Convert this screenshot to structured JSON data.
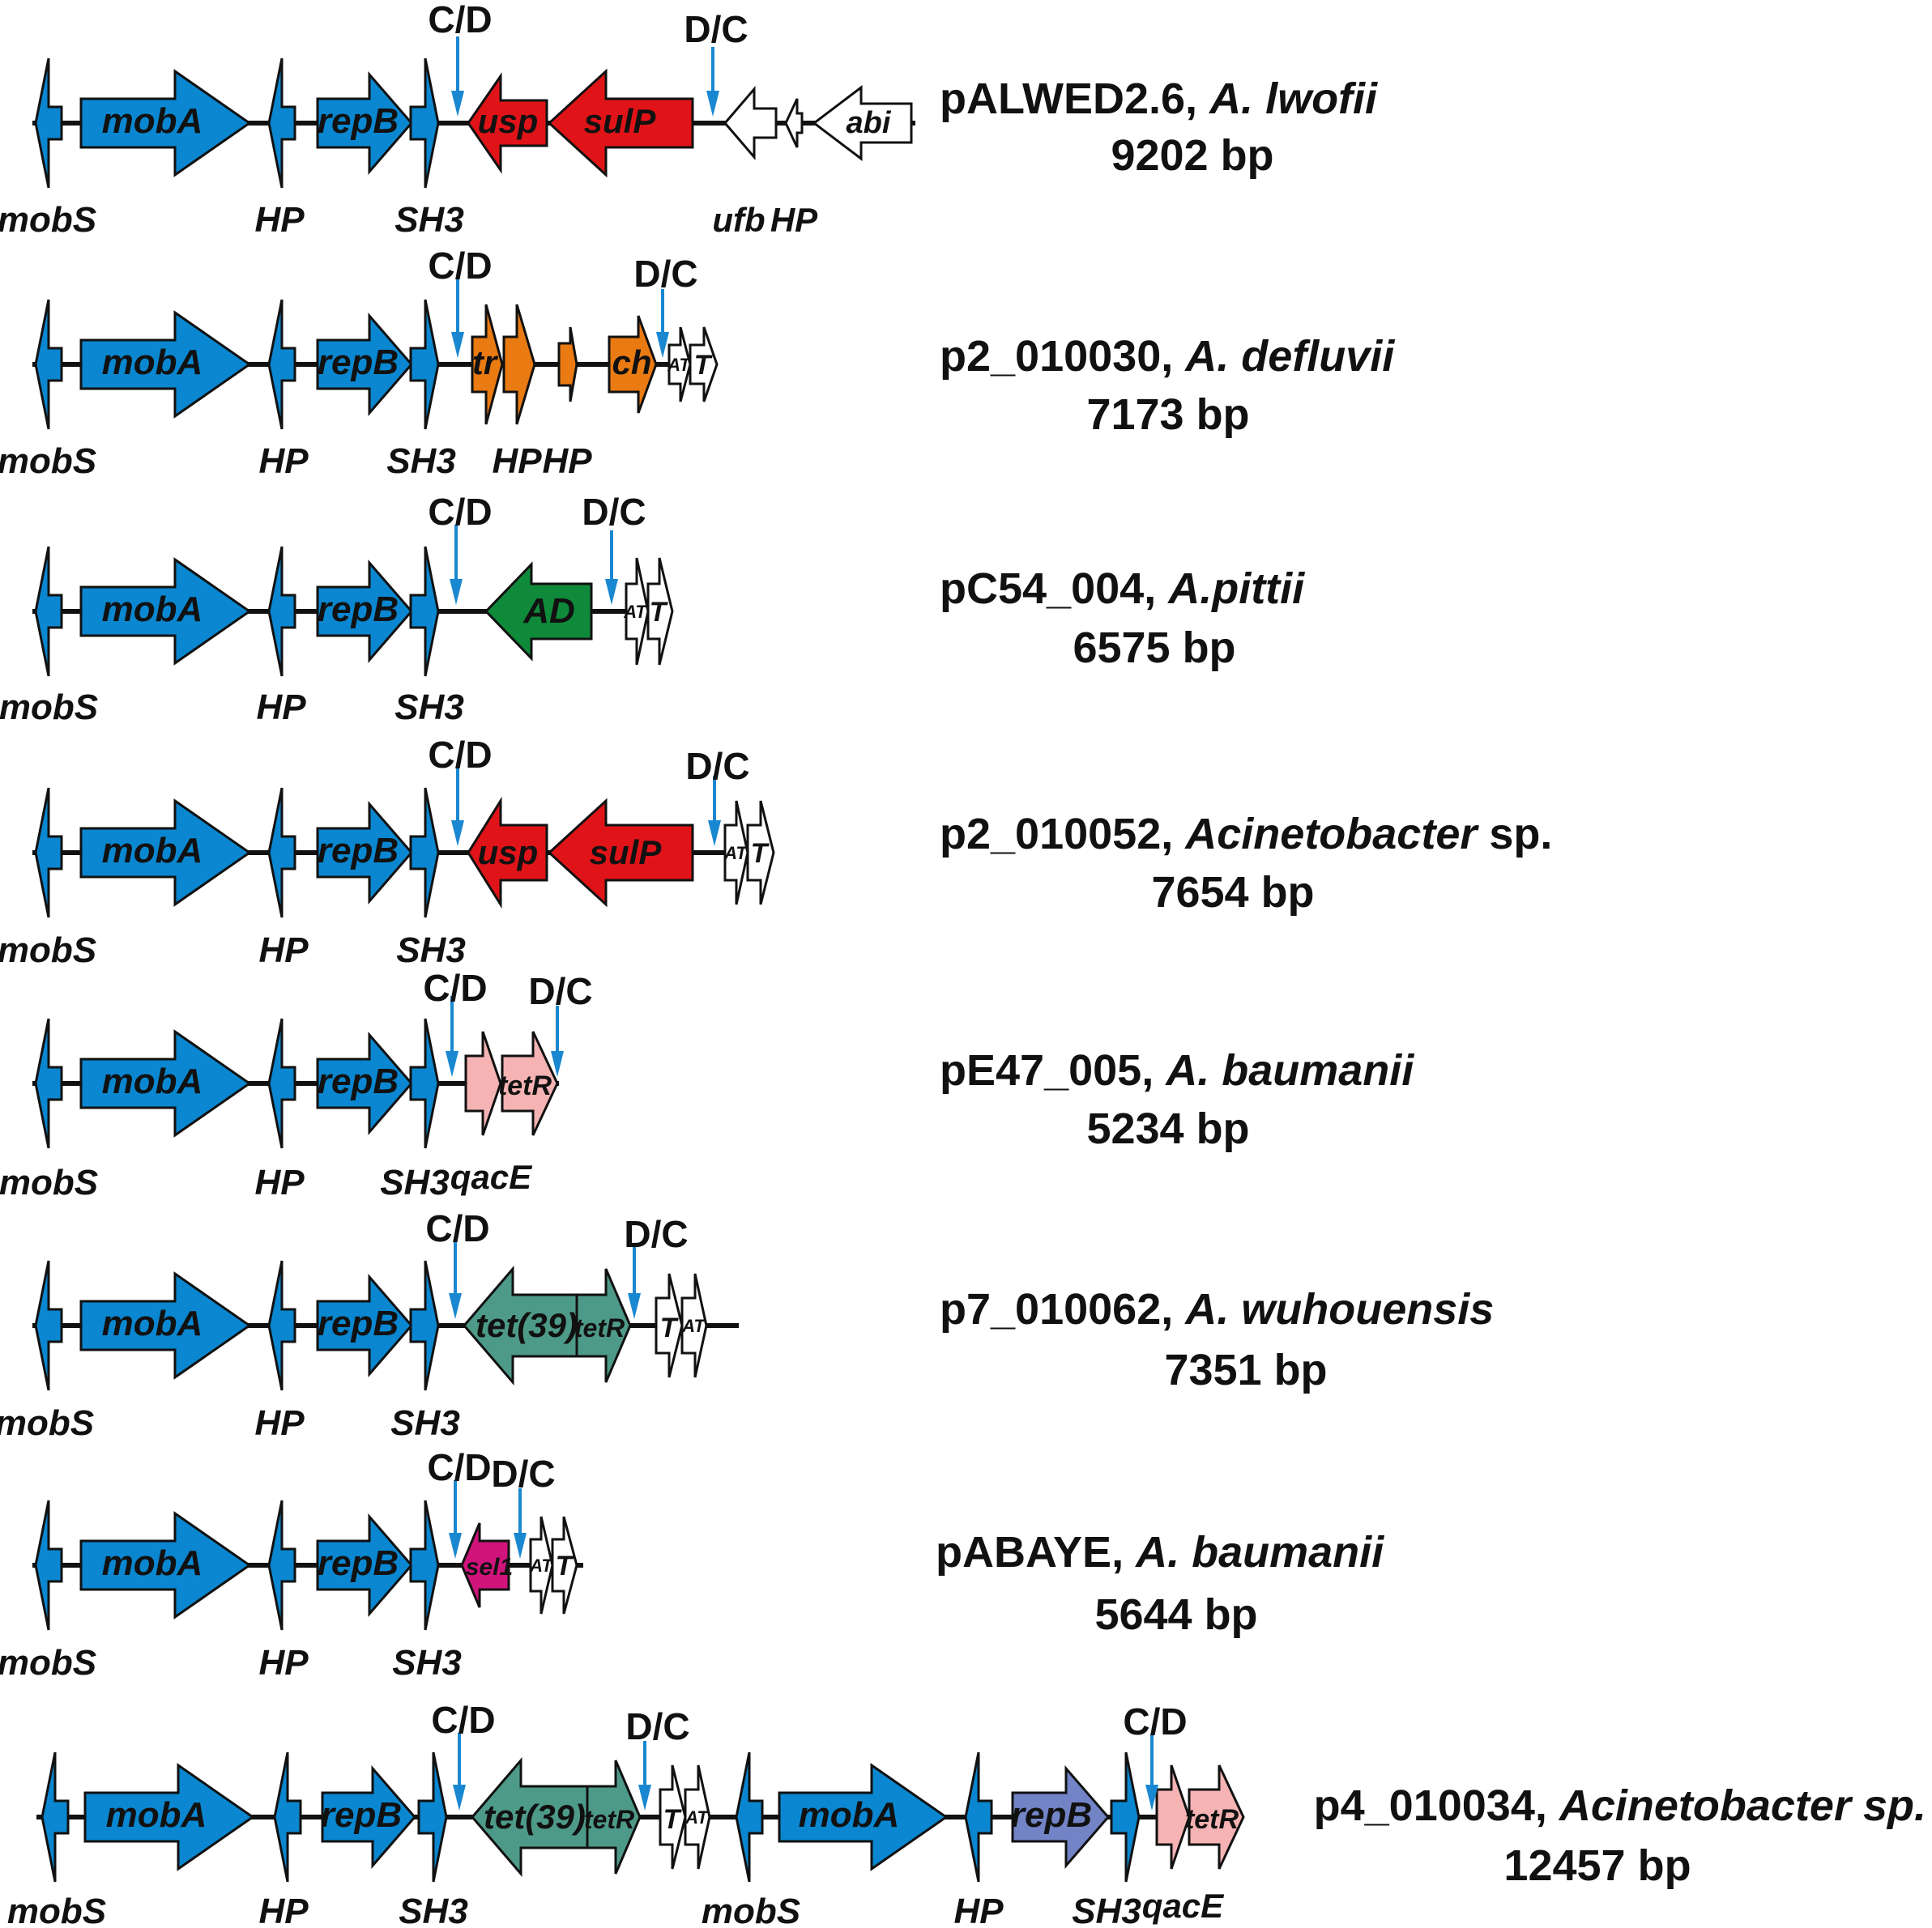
{
  "colors": {
    "mob": "#0a87d0",
    "repb_alt": "#7284c6",
    "sul": "#e01418",
    "tr": "#ea7a12",
    "ad": "#0f8a3a",
    "tet": "#4e9a88",
    "qac": "#f5b3b3",
    "sel": "#d0147c",
    "white": "#ffffff",
    "arrow": "#1a88d0"
  },
  "plasmids": [
    {
      "name": "pALWED2.6",
      "species": "A. lwofii",
      "species_italic": true,
      "suffix": "",
      "size": "9202 bp",
      "above_labels": [
        "C/D",
        "D/C"
      ],
      "below_labels": [
        "mobS",
        "HP",
        "SH3",
        "ufb",
        "HP"
      ],
      "gene_labels": [
        "mobA",
        "repB",
        "usp",
        "sulP",
        "abi"
      ]
    },
    {
      "name": "p2_010030",
      "species": "A. defluvii",
      "species_italic": true,
      "suffix": "",
      "size": "7173 bp",
      "above_labels": [
        "C/D",
        "D/C"
      ],
      "below_labels": [
        "mobS",
        "HP",
        "SH3",
        "HP",
        "HP"
      ],
      "gene_labels": [
        "mobA",
        "repB",
        "tr",
        "ch",
        "AT",
        "T"
      ]
    },
    {
      "name": "pC54_004",
      "species": "A.pittii",
      "species_italic": true,
      "suffix": "",
      "size": "6575 bp",
      "above_labels": [
        "C/D",
        "D/C"
      ],
      "below_labels": [
        "mobS",
        "HP",
        "SH3"
      ],
      "gene_labels": [
        "mobA",
        "repB",
        "AD",
        "AT",
        "T"
      ]
    },
    {
      "name": "p2_010052",
      "species": "Acinetobacter",
      "species_italic": true,
      "suffix": "sp.",
      "size": "7654 bp",
      "above_labels": [
        "C/D",
        "D/C"
      ],
      "below_labels": [
        "mobS",
        "HP",
        "SH3"
      ],
      "gene_labels": [
        "mobA",
        "repB",
        "usp",
        "sulP",
        "AT",
        "T"
      ]
    },
    {
      "name": "pE47_005",
      "species": "A. baumanii",
      "species_italic": true,
      "suffix": "",
      "size": "5234 bp",
      "above_labels": [
        "C/D",
        "D/C"
      ],
      "below_labels": [
        "mobS",
        "HP",
        "SH3",
        "qacE"
      ],
      "gene_labels": [
        "mobA",
        "repB",
        "tetR"
      ]
    },
    {
      "name": "p7_010062",
      "species": "A. wuhouensis",
      "species_italic": true,
      "suffix": "",
      "size": "7351 bp",
      "above_labels": [
        "C/D",
        "D/C"
      ],
      "below_labels": [
        "mobS",
        "HP",
        "SH3"
      ],
      "gene_labels": [
        "mobA",
        "repB",
        "tet(39)",
        "tetR",
        "T",
        "AT"
      ]
    },
    {
      "name": "pABAYE",
      "species": "A. baumanii",
      "species_italic": true,
      "suffix": "",
      "size": "5644 bp",
      "above_labels": [
        "C/D",
        "D/C"
      ],
      "below_labels": [
        "mobS",
        "HP",
        "SH3"
      ],
      "gene_labels": [
        "mobA",
        "repB",
        "sel1",
        "AT",
        "T"
      ]
    },
    {
      "name": "p4_010034",
      "species": "Acinetobacter sp.",
      "species_italic": true,
      "suffix": "",
      "size": "12457 bp",
      "above_labels": [
        "C/D",
        "D/C",
        "C/D"
      ],
      "below_labels": [
        "mobS",
        "HP",
        "SH3",
        "mobS",
        "HP",
        "SH3",
        "qacE"
      ],
      "gene_labels": [
        "mobA",
        "repB",
        "tet(39)",
        "tetR",
        "T",
        "AT",
        "mobA",
        "repB",
        "tetR"
      ]
    }
  ]
}
